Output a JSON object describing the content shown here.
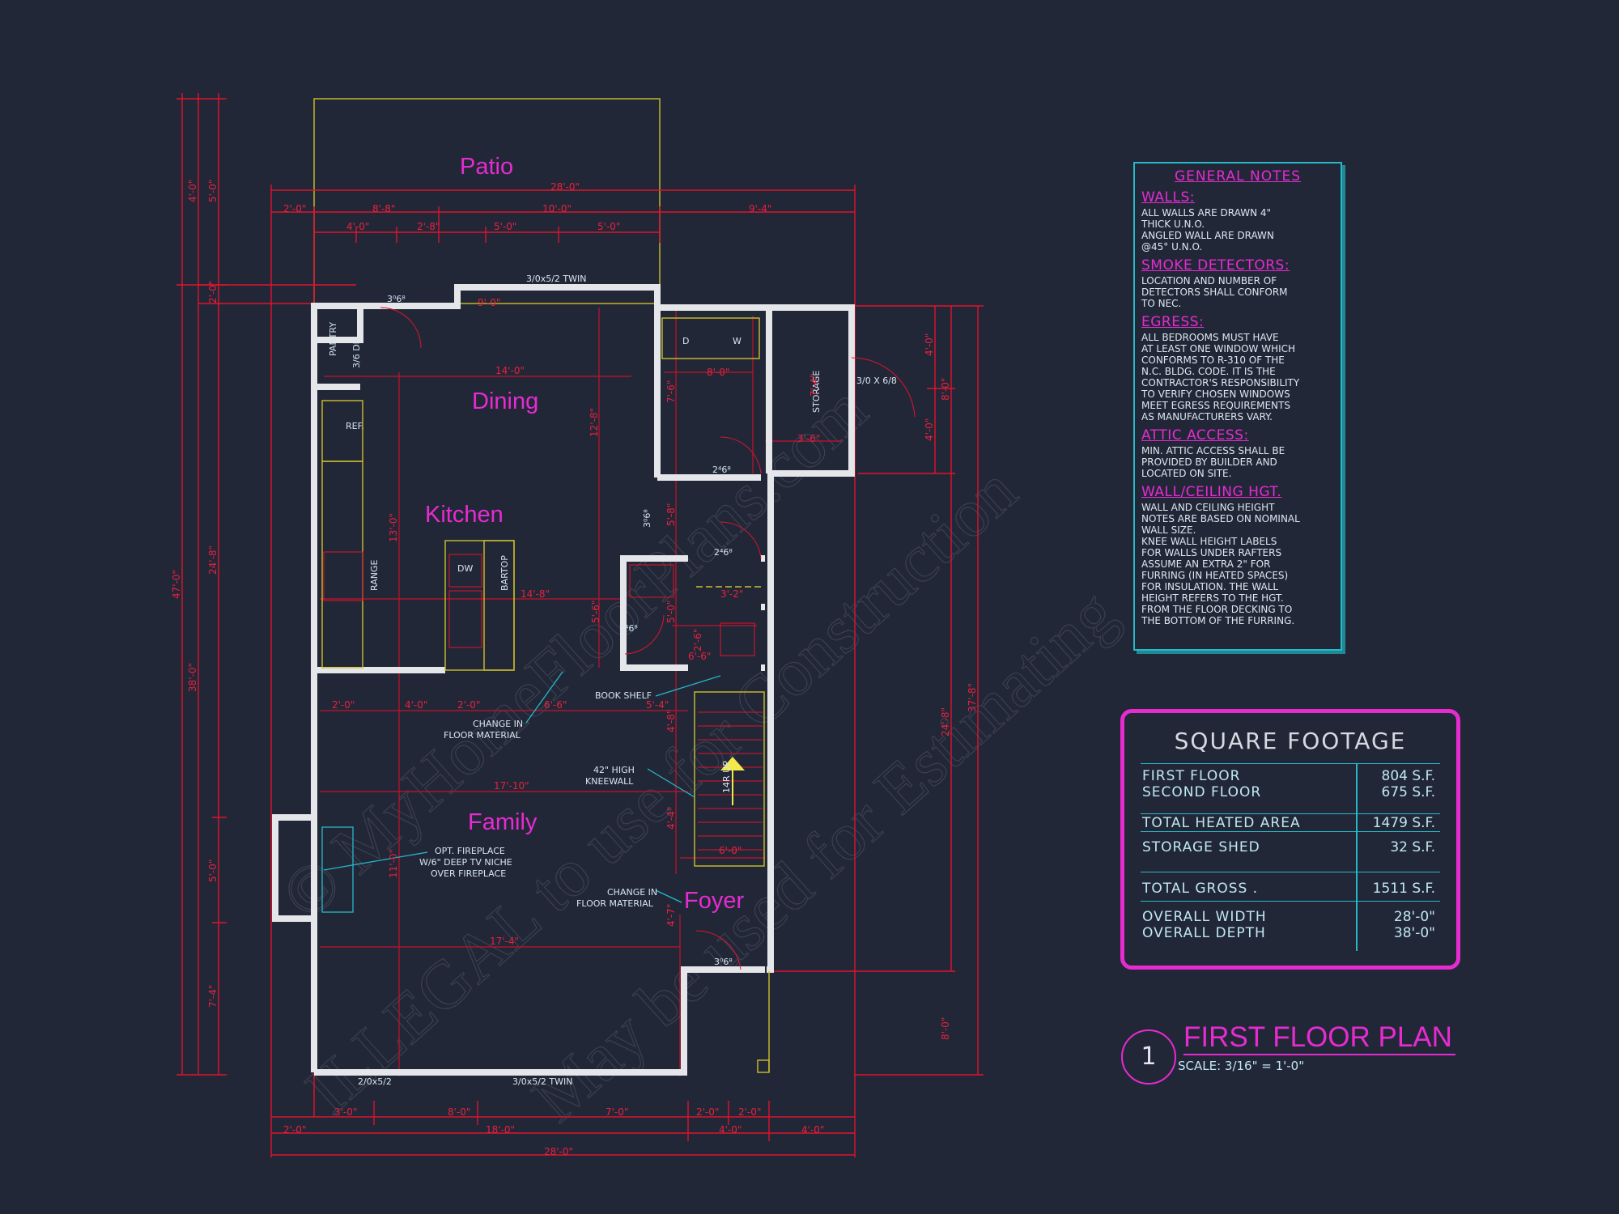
{
  "rooms": {
    "patio": "Patio",
    "dining": "Dining",
    "kitchen": "Kitchen",
    "family": "Family",
    "foyer": "Foyer"
  },
  "labels": {
    "pantry": "PANTRY",
    "ref": "REF.",
    "range": "RANGE",
    "dw": "DW",
    "bartop": "BARTOP",
    "storage": "STORAGE",
    "d": "D",
    "w": "W",
    "win_top": "3/0x5/2 TWIN",
    "win_bottom": "3/0x5/2 TWIN",
    "win_bottom_left": "2/0x5/2",
    "door_storage": "3/0 X 6/8",
    "door_dh": "3/6 DH",
    "door_26a": "2⁴6⁸",
    "door_26b": "2⁴6⁸",
    "door_26c": "2⁴6⁸",
    "door_38": "3⁰6⁸",
    "door_top": "3⁰6⁸",
    "door_side": "3⁰6⁸",
    "book_shelf": "BOOK SHELF",
    "change_material_1": "CHANGE IN\nFLOOR MATERIAL",
    "change_material_2": "CHANGE IN\nFLOOR MATERIAL",
    "kneewall": "42\" HIGH\nKNEEWALL",
    "fireplace": "OPT. FIREPLACE\nW/6\" DEEP TV NICHE\nOVER FIREPLACE",
    "stair_up": "14R UP"
  },
  "dims": {
    "top_overall": "28'-0\"",
    "top_a": "2'-0\"",
    "top_b": "8'-8\"",
    "top_c": "10'-0\"",
    "top_d": "9'-4\"",
    "top_e": "4'-0\"",
    "top_f": "2'-8\"",
    "top_g": "5'-0\"",
    "top_h": "5'-0\"",
    "bot_overall": "28'-0\"",
    "bot_a": "2'-0\"",
    "bot_b": "18'-0\"",
    "bot_c": "4'-0\"",
    "bot_d": "4'-0\"",
    "bot_e": "3'-0\"",
    "bot_f": "8'-0\"",
    "bot_g": "7'-0\"",
    "bot_h": "2'-0\"",
    "bot_i": "2'-0\"",
    "left_overall": "38'-0\"",
    "left_a": "47'-0\"",
    "left_b": "24'-8\"",
    "left_c": "5'-0\"",
    "left_d": "7'-4\"",
    "left_e": "4'-0\"",
    "left_f": "5'-0\"",
    "left_g": "2'-0\"",
    "right_overall": "37'-8\"",
    "right_a": "24'-8\"",
    "right_b": "8'-0\"",
    "right_c": "8'-0\"",
    "right_d": "4'-0\"",
    "right_e": "4'-0\"",
    "int_14": "14'-0\"",
    "int_12": "12'-8\"",
    "int_13": "13'-0\"",
    "int_11": "11'-0\"",
    "int_17": "17'-10\"",
    "int_17b": "17'-4\"",
    "int_18": "14'-8\"",
    "int_56": "5'-6\"",
    "int_5": "5'-0\"",
    "int_53": "5'-4\"",
    "int_36": "3'-6\"",
    "int_32": "3'-2\"",
    "int_66": "6'-6\"",
    "int_44": "4'-4\"",
    "int_48": "4'-8\"",
    "int_47": "4'-7\"",
    "int_20": "2'-0\"",
    "int_40": "4'-0\"",
    "int_20b": "2'-0\"",
    "int_66b": "6'-6\"",
    "int_76": "7'-6\"",
    "int_74": "7'-4\"",
    "int_58": "5'-8\"",
    "int_26": "2'-6\"",
    "int_80": "8'-0\"",
    "int_60": "6'-0\"",
    "int_90": "9'-0\""
  },
  "notes": {
    "title": "GENERAL NOTES",
    "sections": [
      {
        "head": "WALLS:",
        "body": "ALL WALLS ARE DRAWN 4\"\nTHICK U.N.O.\nANGLED WALL ARE DRAWN\n@45° U.N.O."
      },
      {
        "head": "SMOKE DETECTORS:",
        "body": "LOCATION AND NUMBER OF\nDETECTORS SHALL CONFORM\nTO NEC."
      },
      {
        "head": "EGRESS:",
        "body": "ALL BEDROOMS MUST HAVE\nAT LEAST ONE WINDOW WHICH\nCONFORMS TO R-310 OF THE\nN.C. BLDG. CODE. IT IS THE\nCONTRACTOR'S RESPONSIBILITY\nTO VERIFY CHOSEN WINDOWS\nMEET EGRESS REQUIREMENTS\nAS MANUFACTURERS VARY."
      },
      {
        "head": "ATTIC ACCESS:",
        "body": "MIN. ATTIC ACCESS SHALL BE\nPROVIDED BY BUILDER AND\nLOCATED ON SITE."
      },
      {
        "head": "WALL/CEILING HGT.",
        "body": "WALL AND CEILING HEIGHT\nNOTES ARE BASED ON NOMINAL\nWALL SIZE.\nKNEE WALL HEIGHT LABELS\nFOR WALLS UNDER RAFTERS\nASSUME AN EXTRA 2\" FOR\nFURRING (IN HEATED SPACES)\nFOR INSULATION. THE WALL\nHEIGHT REFERS TO THE HGT.\nFROM THE FLOOR DECKING TO\nTHE BOTTOM OF THE FURRING."
      }
    ]
  },
  "square_footage": {
    "title": "SQUARE FOOTAGE",
    "rows": [
      {
        "label": "FIRST FLOOR\nSECOND FLOOR",
        "value": "804 S.F.\n675 S.F."
      },
      {
        "label": "TOTAL HEATED AREA",
        "value": "1479 S.F."
      },
      {
        "label": "STORAGE SHED",
        "value": "32 S.F."
      },
      {
        "label": "TOTAL GROSS .",
        "value": "1511 S.F."
      },
      {
        "label": "OVERALL WIDTH\nOVERALL DEPTH",
        "value": "28'-0\"\n38'-0\""
      }
    ]
  },
  "title_block": {
    "number": "1",
    "title": "FIRST FLOOR PLAN",
    "scale": "SCALE: 3/16\" = 1'-0\""
  },
  "watermark": {
    "line1": "© MyHomeFloorPlans.com",
    "line2": "ILLEGAL to use for Construction",
    "line3": "May be used for Estimating"
  },
  "colors": {
    "background": "#222738",
    "dimension_red": "#e0132b",
    "room_magenta": "#e62bd1",
    "accent_cyan": "#27b8c6",
    "wall_white": "#e4e6ea",
    "fixture_yellow": "#cdbf2a"
  }
}
